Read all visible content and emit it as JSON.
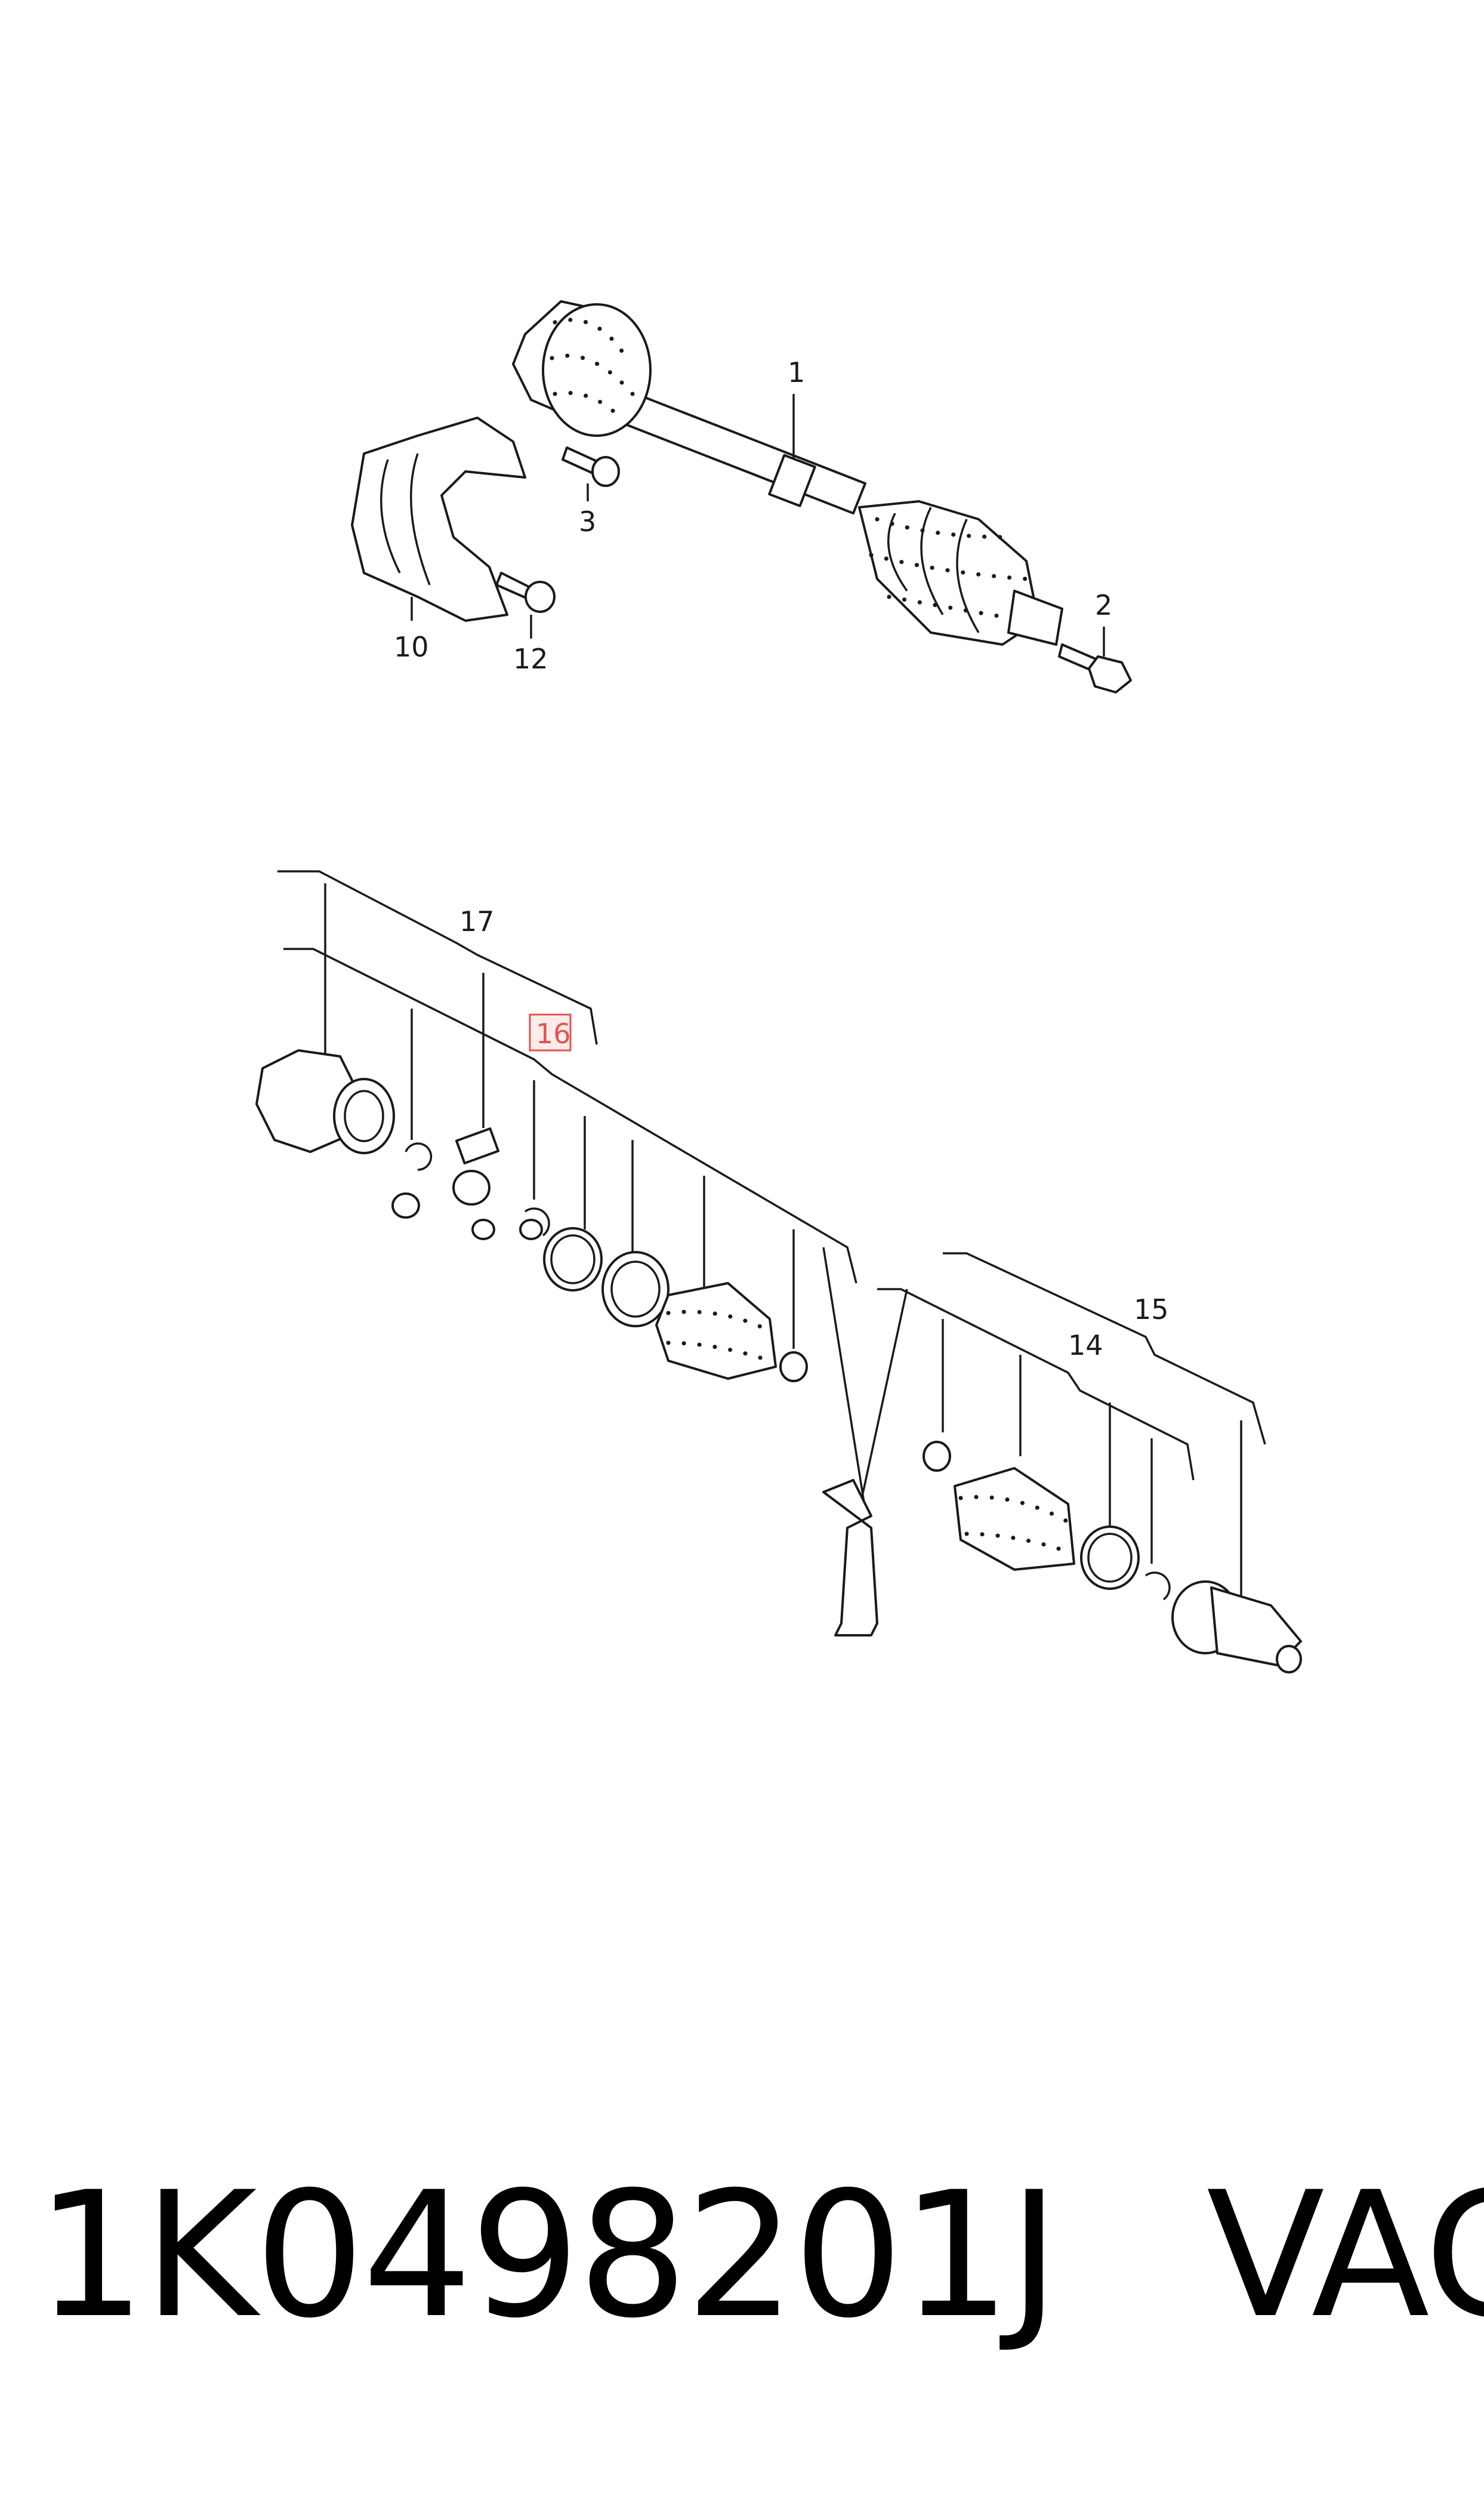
{
  "callouts": {
    "c1": "1",
    "c2": "2",
    "c3": "3",
    "c10": "10",
    "c12": "12",
    "c14": "14",
    "c15": "15",
    "c16": "16",
    "c17": "17"
  },
  "highlighted_callout": "16",
  "highlight_color": "#e0554f",
  "footer": {
    "part_number": "1K0498201J",
    "brand": "VAG"
  }
}
